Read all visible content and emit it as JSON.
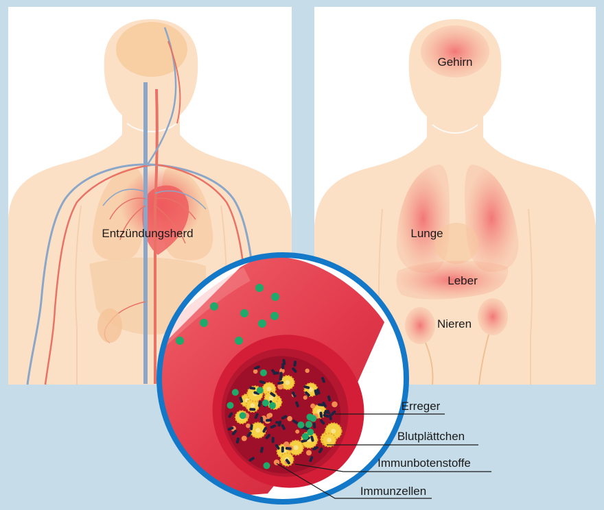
{
  "left_figure": {
    "label": "Entzündungsherd"
  },
  "right_figure": {
    "organs": {
      "brain": "Gehirn",
      "lungs": "Lunge",
      "liver": "Leber",
      "kidneys": "Nieren"
    }
  },
  "vessel_callouts": {
    "pathogens": "Erreger",
    "platelets": "Blutplättchen",
    "cytokines": "Immunbotenstoffe",
    "immune_cells": "Immunzellen"
  },
  "colors": {
    "background": "#c6dce8",
    "panel": "#ffffff",
    "skin": "#fbe0c6",
    "vessel_red": "#e23a4c",
    "circle_border": "#1478c8",
    "pathogen_green": "#1fa96a",
    "immune_cell_yellow": "#f5cf44",
    "platelet_orange": "#f28c50",
    "pathogen_dark": "#1c2440"
  }
}
